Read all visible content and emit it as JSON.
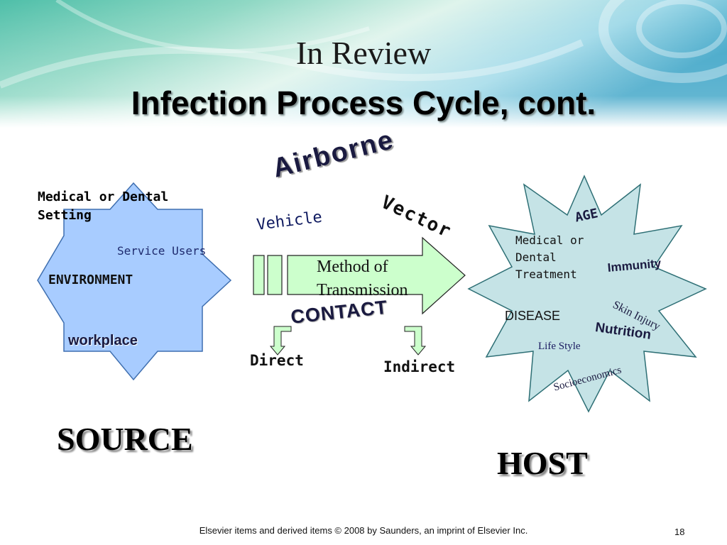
{
  "title": {
    "line1": "In Review",
    "line2": "Infection Process Cycle, cont."
  },
  "source": {
    "label": "SOURCE",
    "setting": "Medical or Dental Setting",
    "service_users": "Service Users",
    "environment": "ENVIRONMENT",
    "workplace": "workplace",
    "fill_color": "#a8ccff"
  },
  "transmission": {
    "arrow_label": "Method of Transmission",
    "airborne": "Airborne",
    "vehicle": "Vehicle",
    "vector": "Vector",
    "contact": "CONTACT",
    "direct": "Direct",
    "indirect": "Indirect",
    "arrow_color": "#ccffcc"
  },
  "host": {
    "label": "HOST",
    "age": "AGE",
    "medical_treatment": "Medical or Dental Treatment",
    "immunity": "Immunity",
    "disease": "DISEASE",
    "skin_injury": "Skin Injury",
    "nutrition": "Nutrition",
    "life_style": "Life Style",
    "socioeconomics": "Socioeconomics",
    "fill_color": "#c5e3e6"
  },
  "footer": {
    "copyright": "Elsevier items and derived items © 2008 by Saunders, an imprint of Elsevier Inc.",
    "page": "18"
  }
}
